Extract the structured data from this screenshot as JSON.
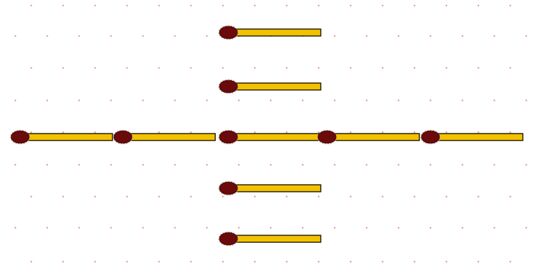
{
  "puzzle": {
    "matches": [
      {
        "id": "top-1",
        "orientation": "horizontal"
      },
      {
        "id": "top-2",
        "orientation": "horizontal"
      },
      {
        "id": "middle-1",
        "orientation": "horizontal"
      },
      {
        "id": "middle-2",
        "orientation": "horizontal"
      },
      {
        "id": "middle-3",
        "orientation": "horizontal"
      },
      {
        "id": "middle-4",
        "orientation": "horizontal"
      },
      {
        "id": "middle-5",
        "orientation": "horizontal"
      },
      {
        "id": "bottom-1",
        "orientation": "horizontal"
      },
      {
        "id": "bottom-2",
        "orientation": "horizontal"
      }
    ],
    "colors": {
      "stick": "#f2c200",
      "stick_outline": "#1a1200",
      "head": "#6b0a0a",
      "grid_dot": "#e8a5a5",
      "background": "#ffffff"
    }
  }
}
